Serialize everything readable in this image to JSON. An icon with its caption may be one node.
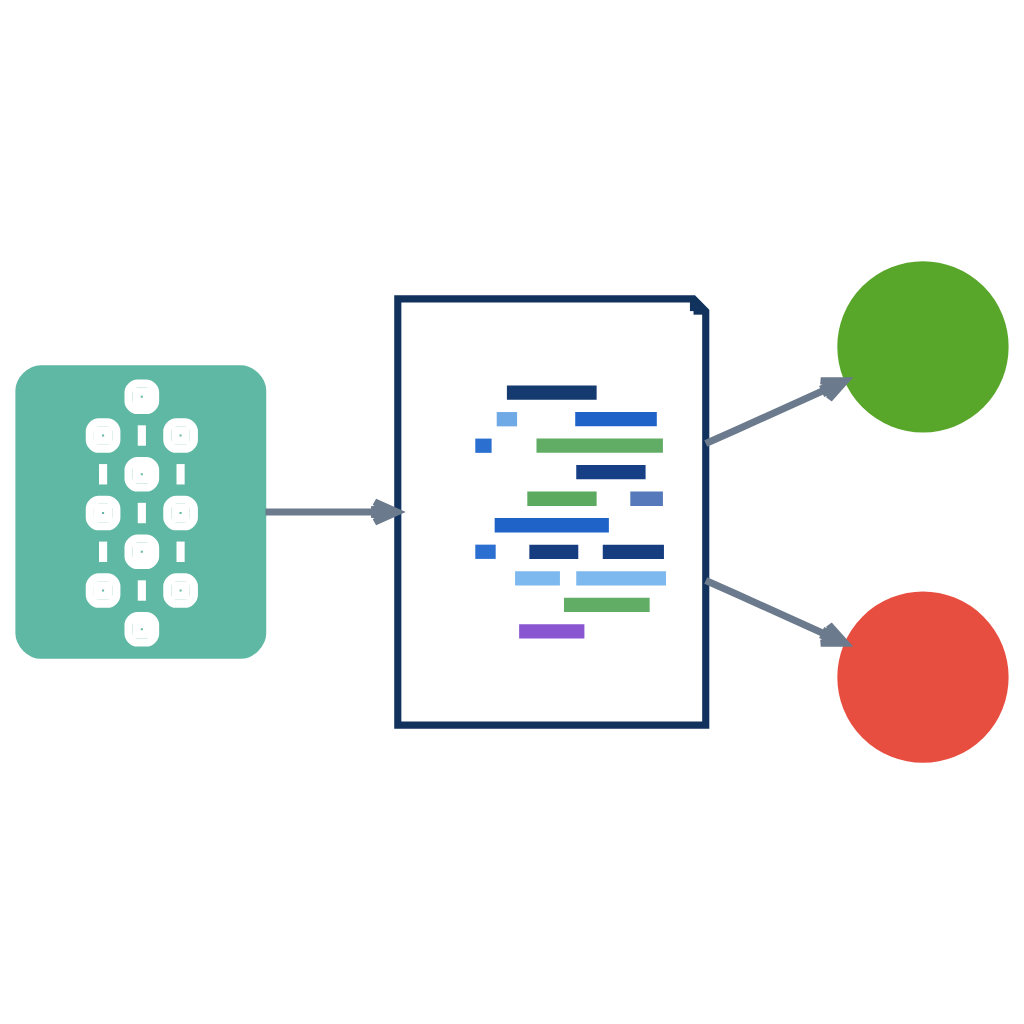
{
  "diagram": {
    "nodes": [
      {
        "text": [],
        "shape": "picture"
      },
      {
        "text": [],
        "shape": "document"
      },
      {
        "text": [],
        "shape": "circle"
      },
      {
        "text": [],
        "shape": "circle"
      }
    ],
    "edges": [
      {
        "from": 0,
        "to": 1,
        "arrow": "to"
      },
      {
        "from": 1,
        "to": 2,
        "arrow": "to"
      },
      {
        "from": 1,
        "to": 3,
        "arrow": "to"
      }
    ]
  }
}
